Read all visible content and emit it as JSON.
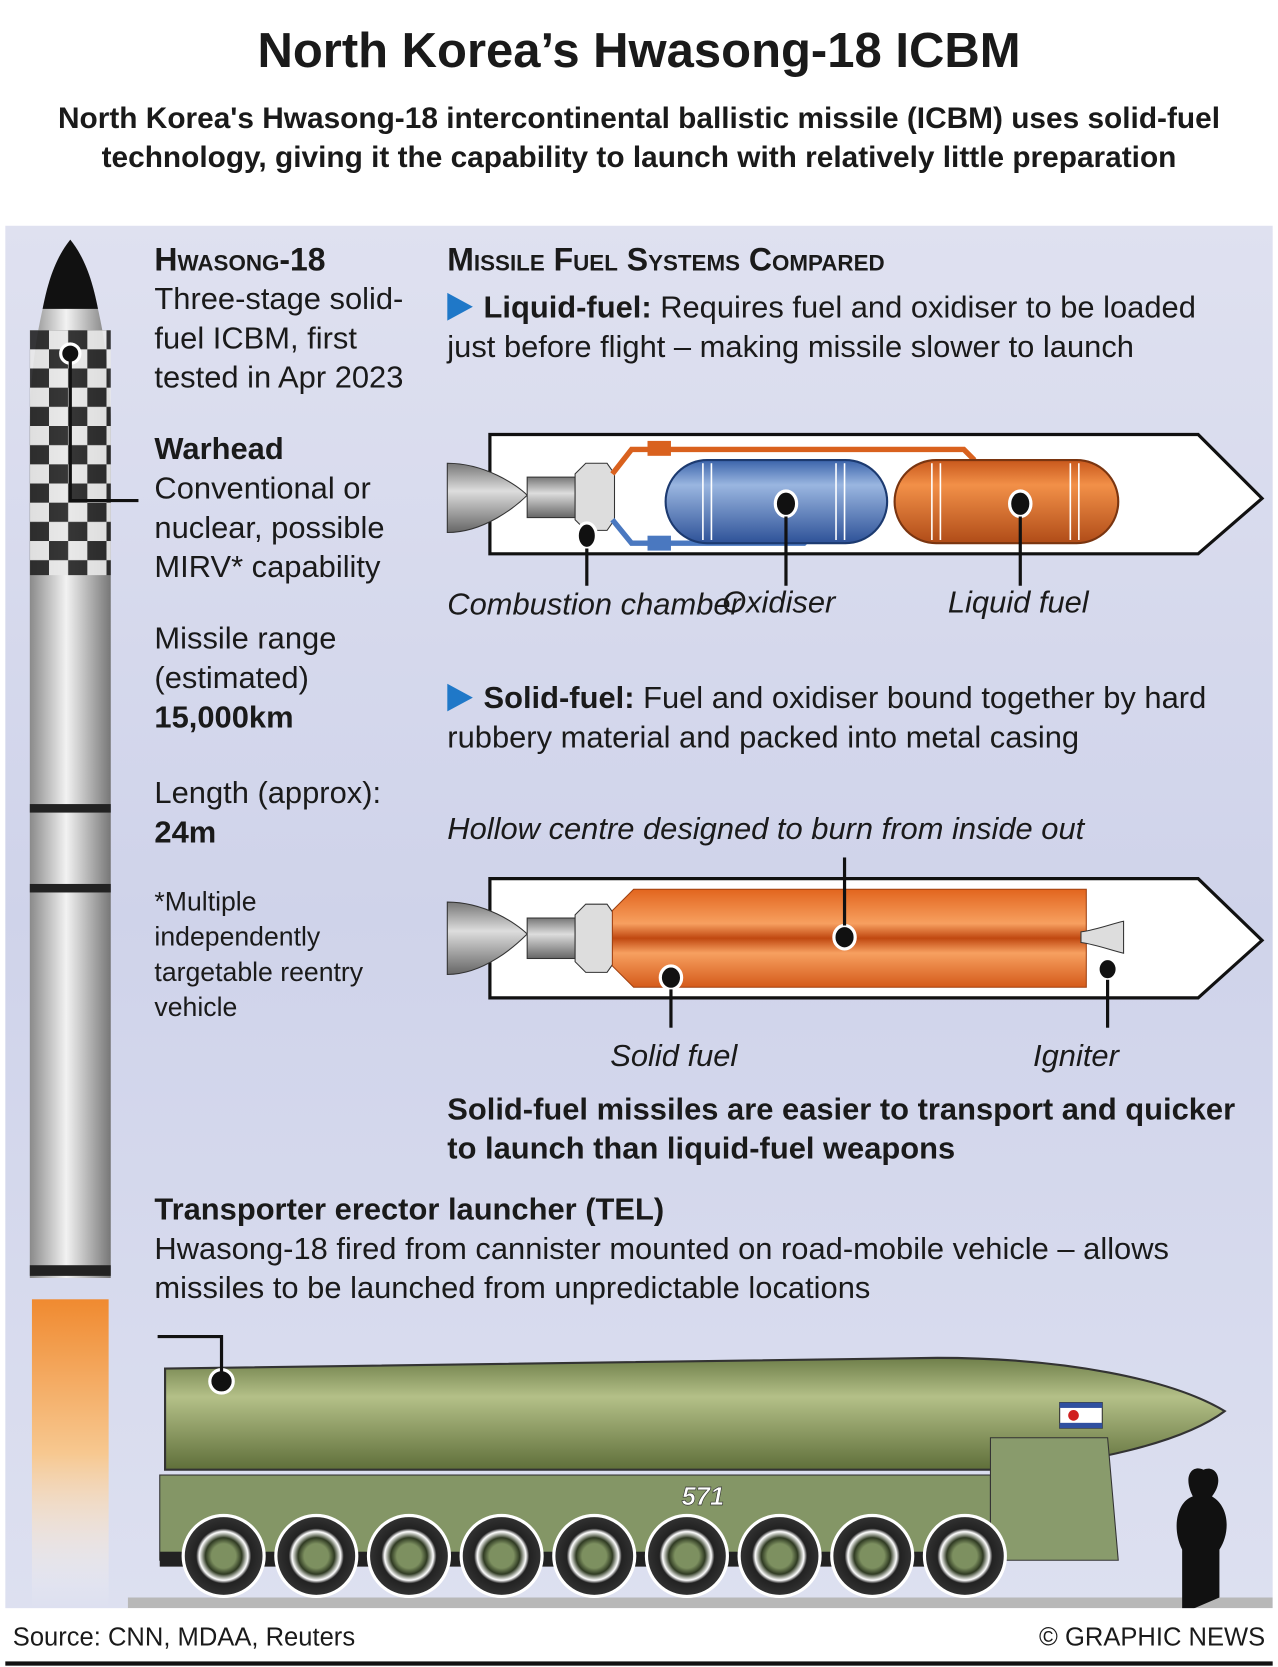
{
  "title": "North Korea’s Hwasong-18 ICBM",
  "subtitle": "North Korea's Hwasong-18 intercontinental ballistic missile (ICBM) uses solid-fuel technology, giving it the capability to launch with relatively little preparation",
  "left": {
    "heading": "Hwasong-18",
    "desc": "Three-stage solid-fuel ICBM, first tested in Apr 2023",
    "warhead_label": "Warhead",
    "warhead_desc": "Conventional or nuclear, possible MIRV* capability",
    "range_label": "Missile range (estimated)",
    "range_value": "15,000km",
    "length_label": "Length (approx):",
    "length_value": "24m",
    "footnote": "*Multiple independently targetable reentry vehicle"
  },
  "right": {
    "heading": "Missile Fuel Systems Compared",
    "liquid_label": "Liquid-fuel:",
    "liquid_desc": "Requires fuel and oxidiser to be loaded just before flight – making missile slower to launch",
    "liquid_parts": [
      "Combustion chamber",
      "Oxidiser",
      "Liquid fuel"
    ],
    "solid_label": "Solid-fuel:",
    "solid_desc": "Fuel and oxidiser bound together by hard rubbery material and packed into metal casing",
    "hollow_note": "Hollow centre designed to burn from inside out",
    "solid_parts": [
      "Solid fuel",
      "Igniter"
    ],
    "conclusion": "Solid-fuel missiles are easier to transport and quicker to launch than liquid-fuel weapons"
  },
  "tel": {
    "heading": "Transporter erector launcher (TEL)",
    "desc": "Hwasong-18 fired from cannister mounted on road-mobile vehicle – allows missiles to be launched from unpredictable locations",
    "vehicle_number": "571"
  },
  "footer": {
    "source": "Source: CNN, MDAA, Reuters",
    "credit": "© GRAPHIC NEWS"
  }
}
